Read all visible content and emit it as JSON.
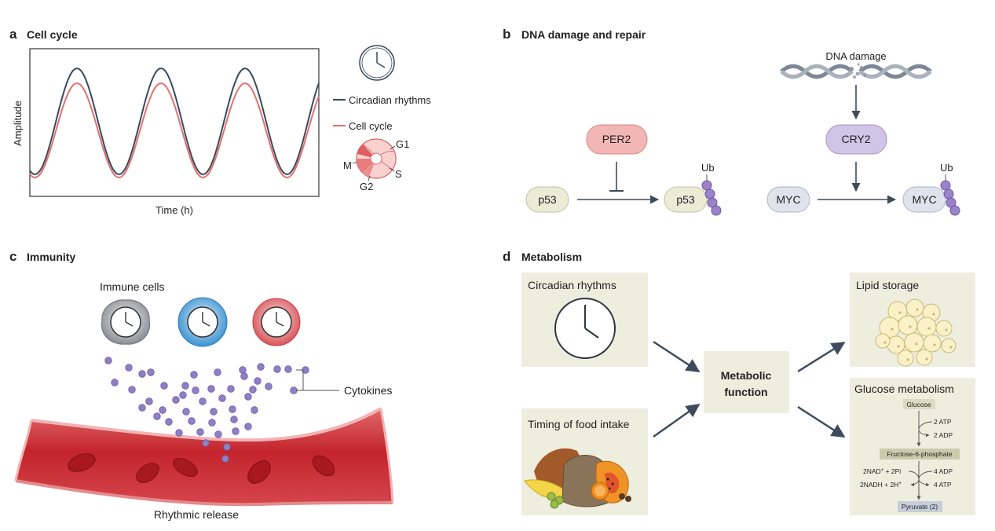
{
  "panels": {
    "a": {
      "letter": "a",
      "title": "Cell cycle",
      "ylabel": "Amplitude",
      "xlabel": "Time (h)",
      "legend": [
        "Circadian rhythms",
        "Cell cycle"
      ],
      "phases": [
        "G1",
        "S",
        "G2",
        "M"
      ],
      "colors": {
        "circadian": "#3a4a5e",
        "cell_cycle": "#e0716e"
      }
    },
    "b": {
      "letter": "b",
      "title": "DNA damage and repair",
      "dna_damage": "DNA damage",
      "per2": "PER2",
      "cry2": "CRY2",
      "p53": "p53",
      "myc": "MYC",
      "ub": "Ub",
      "colors": {
        "per2": "#f2b7b4",
        "cry2": "#d2c4e6",
        "p53": "#ecebd6",
        "myc": "#dfe3ec",
        "ub": "#9b82c9"
      }
    },
    "c": {
      "letter": "c",
      "title": "Immunity",
      "immune_cells": "Immune cells",
      "cytokines": "Cytokines",
      "release": "Rhythmic release",
      "colors": {
        "vessel": "#c8282e",
        "cytokine": "#8f7fc4"
      }
    },
    "d": {
      "letter": "d",
      "title": "Metabolism",
      "circadian": "Circadian rhythms",
      "food": "Timing of food intake",
      "metabolic_1": "Metabolic",
      "metabolic_2": "function",
      "lipid": "Lipid storage",
      "glucose_metabolism": "Glucose metabolism",
      "glycolysis": {
        "glucose": "Glucose",
        "atp_in": "2 ATP",
        "adp_out": "2 ADP",
        "f6p": "Fructose-6-phosphate",
        "nad_left": "2NAD",
        "nad_left_sup": "+",
        "nad_left_tail": " + 2Pi",
        "nadh_left": "2NADH + 2H",
        "nadh_left_sup": "+",
        "adp_in": "4 ADP",
        "atp_out": "4 ATP",
        "pyruvate": "Pyruvate (2)"
      },
      "colors": {
        "box": "#eeeedf"
      }
    }
  }
}
